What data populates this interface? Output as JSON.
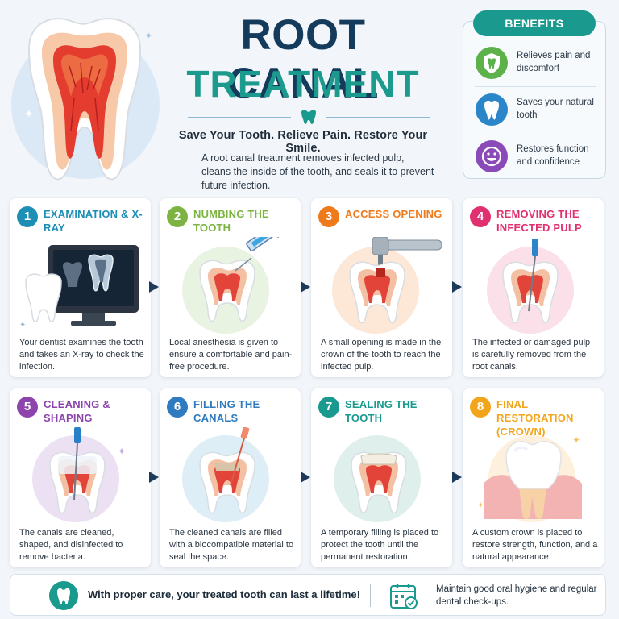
{
  "header": {
    "title_line1": "ROOT CANAL",
    "title_line2": "TREATMENT",
    "tagline": "Save Your Tooth. Relieve Pain. Restore Your Smile.",
    "intro": "A root canal treatment removes infected pulp, cleans the inside of the tooth, and seals it to prevent future infection."
  },
  "benefits": {
    "heading": "BENEFITS",
    "items": [
      {
        "text": "Relieves pain and discomfort",
        "icon": "shield-tooth-icon",
        "color": "#5cb14a"
      },
      {
        "text": "Saves your natural tooth",
        "icon": "tooth-icon",
        "color": "#2a86c9"
      },
      {
        "text": "Restores function and confidence",
        "icon": "smile-icon",
        "color": "#8a4bb8"
      }
    ]
  },
  "steps": [
    {
      "num": "1",
      "title": "EXAMINATION & X-RAY",
      "color": "#1d8fb5",
      "desc": "Your dentist examines the tooth and takes an X-ray to check the infection.",
      "icon": "xray-monitor-icon"
    },
    {
      "num": "2",
      "title": "NUMBING THE TOOTH",
      "color": "#7cb342",
      "desc": "Local anesthesia is given to ensure a comfortable and pain-free procedure.",
      "icon": "syringe-icon"
    },
    {
      "num": "3",
      "title": "ACCESS OPENING",
      "color": "#ee7a1c",
      "desc": "A small opening is made in the crown of the tooth to reach the infected pulp.",
      "icon": "dental-drill-icon"
    },
    {
      "num": "4",
      "title": "REMOVING THE INFECTED PULP",
      "color": "#e0306f",
      "desc": "The infected or damaged pulp is carefully removed from the root canals.",
      "icon": "file-instrument-icon"
    },
    {
      "num": "5",
      "title": "CLEANING & SHAPING",
      "color": "#8e44ad",
      "desc": "The canals are cleaned, shaped, and disinfected to remove bacteria.",
      "icon": "cleaning-file-icon"
    },
    {
      "num": "6",
      "title": "FILLING THE CANALS",
      "color": "#2f7bc0",
      "desc": "The cleaned canals are filled with a biocompatible material to seal the space.",
      "icon": "filling-icon"
    },
    {
      "num": "7",
      "title": "SEALING THE TOOTH",
      "color": "#1a9a8e",
      "desc": "A temporary filling is placed to protect the tooth until the permanent restoration.",
      "icon": "sealed-tooth-icon"
    },
    {
      "num": "8",
      "title": "FINAL RESTORATION (CROWN)",
      "color": "#f2a51a",
      "desc": "A custom crown is placed to restore strength, function, and a natural appearance.",
      "icon": "crown-tooth-icon"
    }
  ],
  "footer": {
    "care_text": "With proper care, your treated tooth can last a lifetime!",
    "hygiene_text": "Maintain good oral hygiene and regular dental check-ups."
  }
}
